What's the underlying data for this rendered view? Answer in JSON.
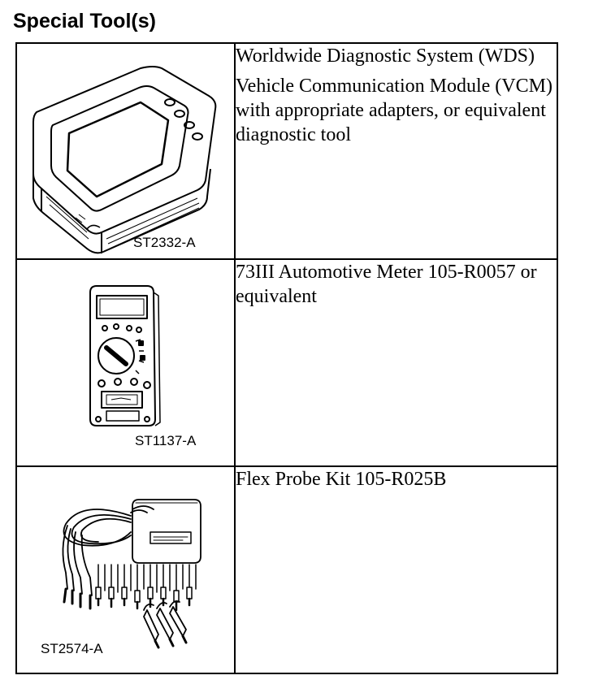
{
  "heading": "Special Tool(s)",
  "tools": [
    {
      "caption": "ST2332-A",
      "icon": "diagnostic-tablet",
      "lines": [
        "Worldwide Diagnostic System (WDS)",
        "Vehicle Communication Module (VCM) with appropriate adapters, or equivalent diagnostic tool"
      ]
    },
    {
      "caption": "ST1137-A",
      "icon": "multimeter",
      "lines": [
        "73III Automotive Meter 105-R0057 or equivalent"
      ]
    },
    {
      "caption": "ST2574-A",
      "icon": "probe-kit",
      "lines": [
        "Flex Probe Kit 105-R025B"
      ]
    }
  ]
}
